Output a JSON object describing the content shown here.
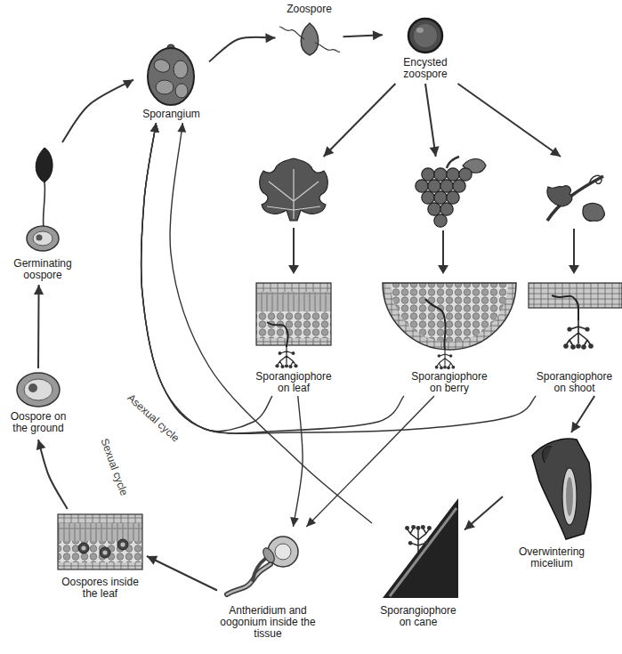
{
  "diagram": {
    "nodes": [
      {
        "text": [
          "Sporangium"
        ]
      },
      {
        "text": [
          "Zoospore"
        ]
      },
      {
        "text": [
          "Encysted zoospore"
        ]
      },
      {
        "text": [
          "Sporangiophore on leaf"
        ]
      },
      {
        "text": [
          "Sporangiophore on berry"
        ]
      },
      {
        "text": [
          "Sporangiophore on shoot"
        ]
      },
      {
        "text": [
          "Overwintering micelium"
        ]
      },
      {
        "text": [
          "Sporangiophore on cane"
        ]
      },
      {
        "text": [
          "Antheridium and oogonium inside the tissue"
        ]
      },
      {
        "text": [
          "Oospores inside the leaf"
        ]
      },
      {
        "text": [
          "Oospore on the ground"
        ]
      },
      {
        "text": [
          "Germinating oospore"
        ]
      }
    ],
    "edges": [
      {
        "from": 11,
        "to": 0,
        "arrow": "to"
      },
      {
        "from": 0,
        "to": 1,
        "arrow": "to"
      },
      {
        "from": 1,
        "to": 2,
        "arrow": "to"
      },
      {
        "from": 2,
        "to": 3,
        "arrow": "to"
      },
      {
        "from": 2,
        "to": 4,
        "arrow": "to"
      },
      {
        "from": 2,
        "to": 5,
        "arrow": "to"
      },
      {
        "from": 3,
        "to": 0,
        "arrow": "to"
      },
      {
        "from": 4,
        "to": 0,
        "arrow": "to"
      },
      {
        "from": 5,
        "to": 0,
        "arrow": "to"
      },
      {
        "from": 7,
        "to": 0,
        "arrow": "to"
      },
      {
        "from": 3,
        "to": 8,
        "arrow": "to"
      },
      {
        "from": 4,
        "to": 8,
        "arrow": "to"
      },
      {
        "from": 5,
        "to": 6,
        "arrow": "to"
      },
      {
        "from": 6,
        "to": 7,
        "arrow": "to"
      },
      {
        "from": 8,
        "to": 9,
        "arrow": "to"
      },
      {
        "from": 9,
        "to": 10,
        "arrow": "to"
      },
      {
        "from": 10,
        "to": 11,
        "arrow": "to"
      }
    ],
    "labels": [
      "Asexual cycle",
      "Sexual cycle"
    ]
  }
}
